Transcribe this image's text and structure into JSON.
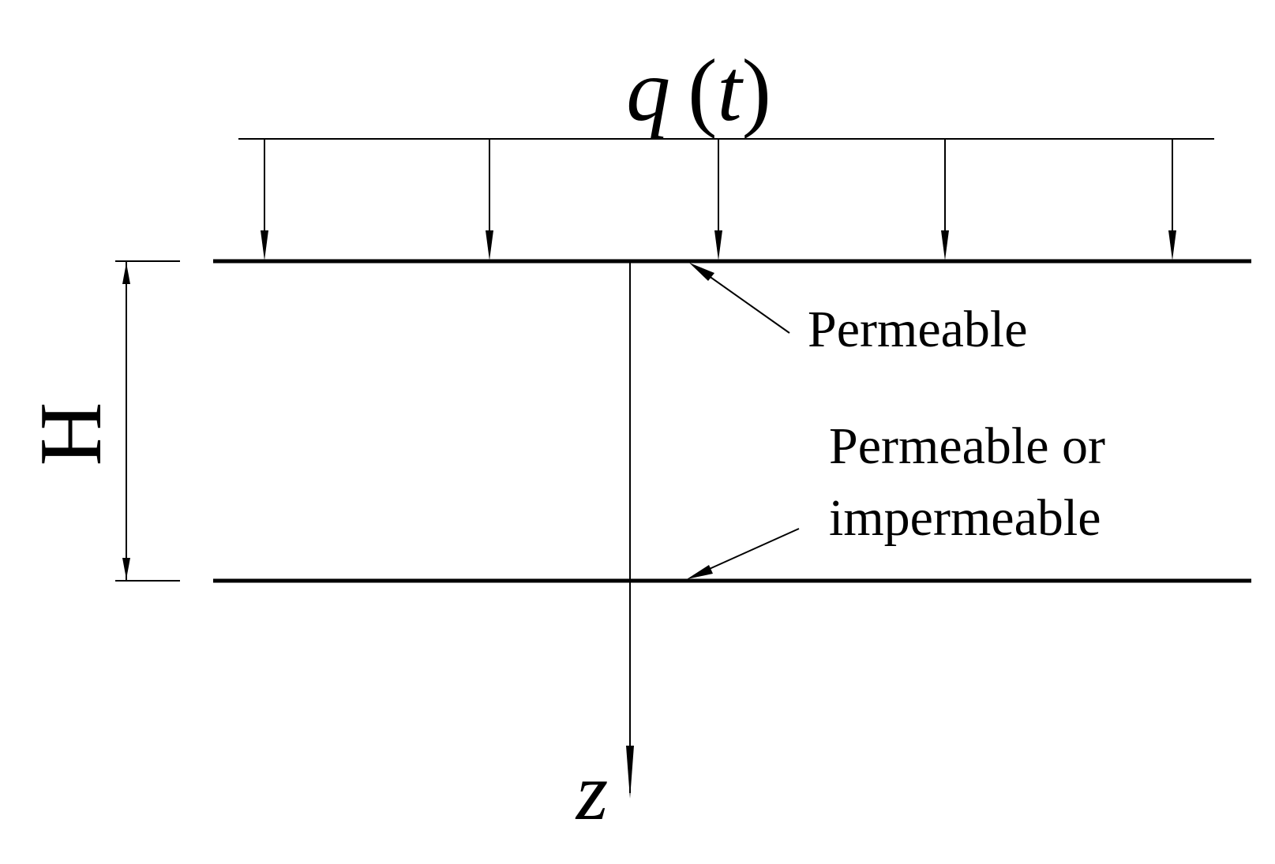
{
  "load": {
    "symbol": "q",
    "paren_open": "(",
    "variable": "t",
    "paren_close": ")",
    "arrow_count": 5
  },
  "thickness": {
    "label": "H"
  },
  "top_boundary": {
    "label": "Permeable"
  },
  "bottom_boundary": {
    "label_line1": "Permeable or",
    "label_line2": "impermeable"
  },
  "axis": {
    "label": "z"
  },
  "colors": {
    "ink": "#000000",
    "background": "#ffffff"
  }
}
